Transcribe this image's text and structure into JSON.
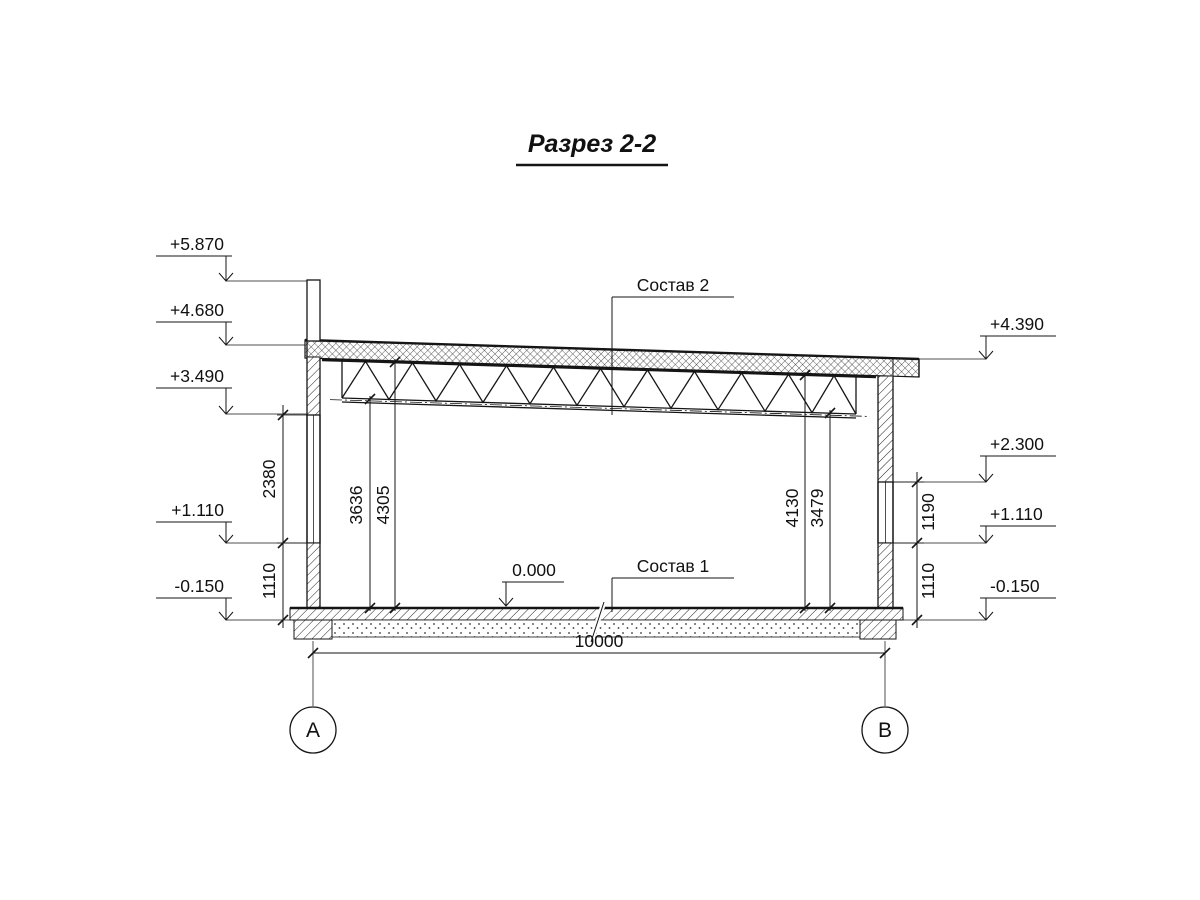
{
  "title": "Разрез 2-2",
  "levels_left": [
    {
      "value": "+5.870"
    },
    {
      "value": "+4.680"
    },
    {
      "value": "+3.490"
    },
    {
      "value": "+1.110"
    },
    {
      "value": "-0.150"
    }
  ],
  "levels_right": [
    {
      "value": "+4.390"
    },
    {
      "value": "+2.300"
    },
    {
      "value": "+1.110"
    },
    {
      "value": "-0.150"
    }
  ],
  "callouts": {
    "roof_composition": "Состав 2",
    "floor_composition": "Состав 1",
    "floor_level": "0.000"
  },
  "dimensions": {
    "span": "10000",
    "left_chain": [
      "2380",
      "1110"
    ],
    "interior_left": [
      "3636",
      "4305"
    ],
    "interior_right": [
      "4130",
      "3479"
    ],
    "right_chain": [
      "1190",
      "1110"
    ]
  },
  "axes": [
    {
      "label": "А"
    },
    {
      "label": "В"
    }
  ]
}
